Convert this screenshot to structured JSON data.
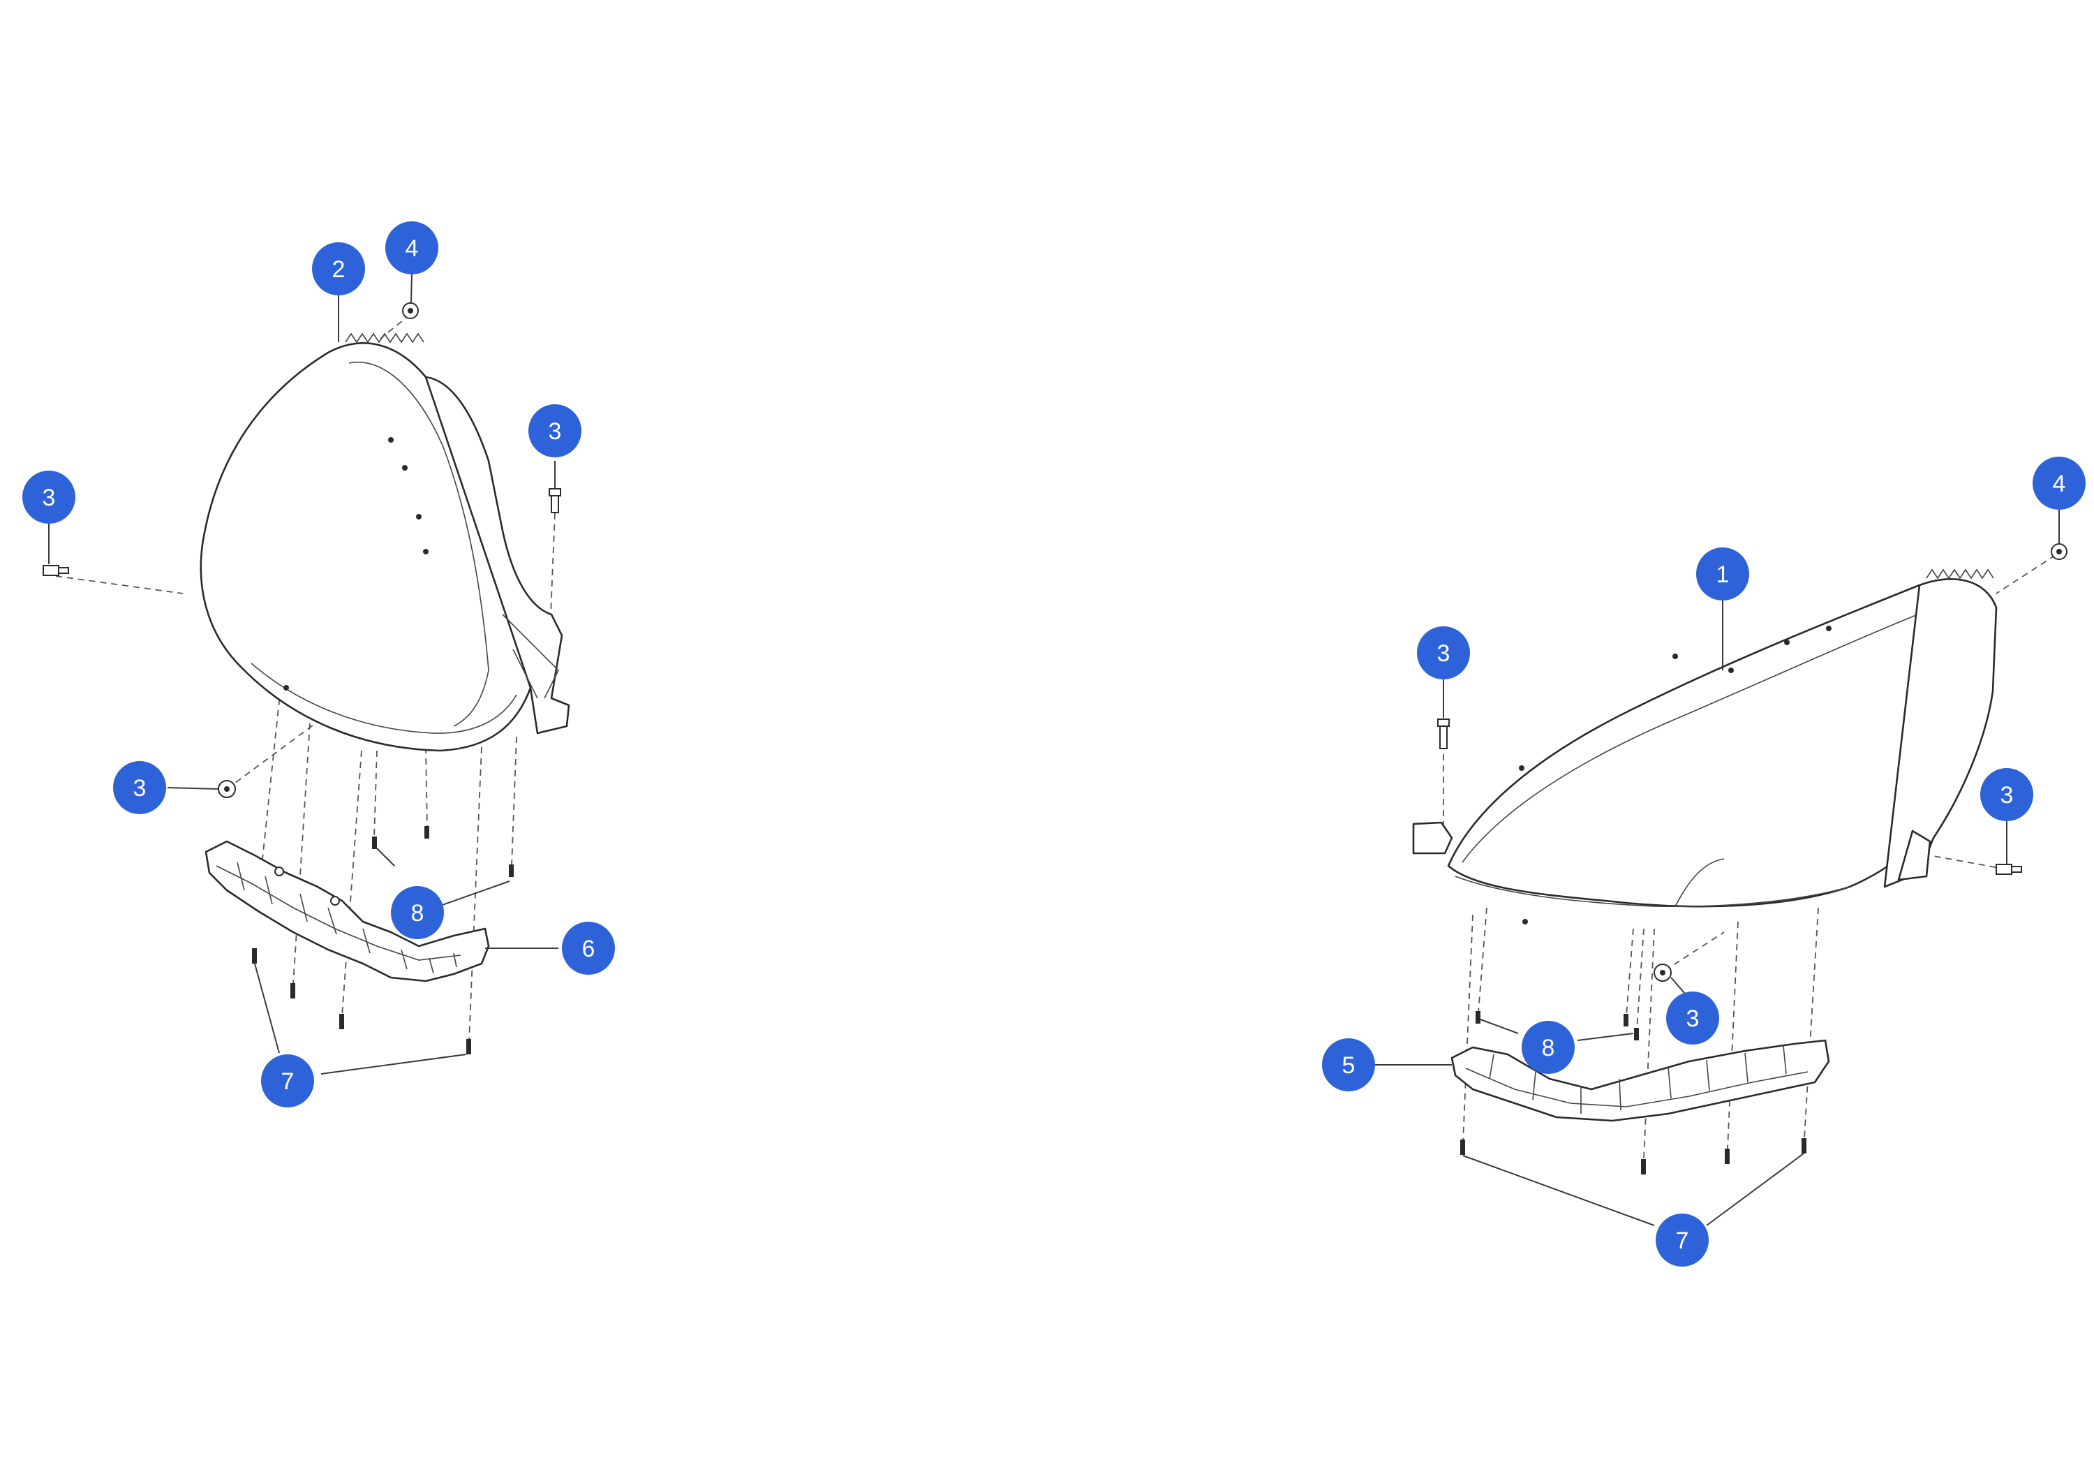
{
  "colors": {
    "accent": "#2e62d9",
    "line": "#2a2a2a",
    "background": "#ffffff"
  },
  "callouts": [
    {
      "id": "c-left-2",
      "number": "2"
    },
    {
      "id": "c-left-4",
      "number": "4"
    },
    {
      "id": "c-left-3a",
      "number": "3"
    },
    {
      "id": "c-left-3b",
      "number": "3"
    },
    {
      "id": "c-left-3c",
      "number": "3"
    },
    {
      "id": "c-left-8",
      "number": "8"
    },
    {
      "id": "c-left-6",
      "number": "6"
    },
    {
      "id": "c-left-7",
      "number": "7"
    },
    {
      "id": "c-right-1",
      "number": "1"
    },
    {
      "id": "c-right-4",
      "number": "4"
    },
    {
      "id": "c-right-3a",
      "number": "3"
    },
    {
      "id": "c-right-3b",
      "number": "3"
    },
    {
      "id": "c-right-3c",
      "number": "3"
    },
    {
      "id": "c-right-8",
      "number": "8"
    },
    {
      "id": "c-right-5",
      "number": "5"
    },
    {
      "id": "c-right-7",
      "number": "7"
    }
  ]
}
